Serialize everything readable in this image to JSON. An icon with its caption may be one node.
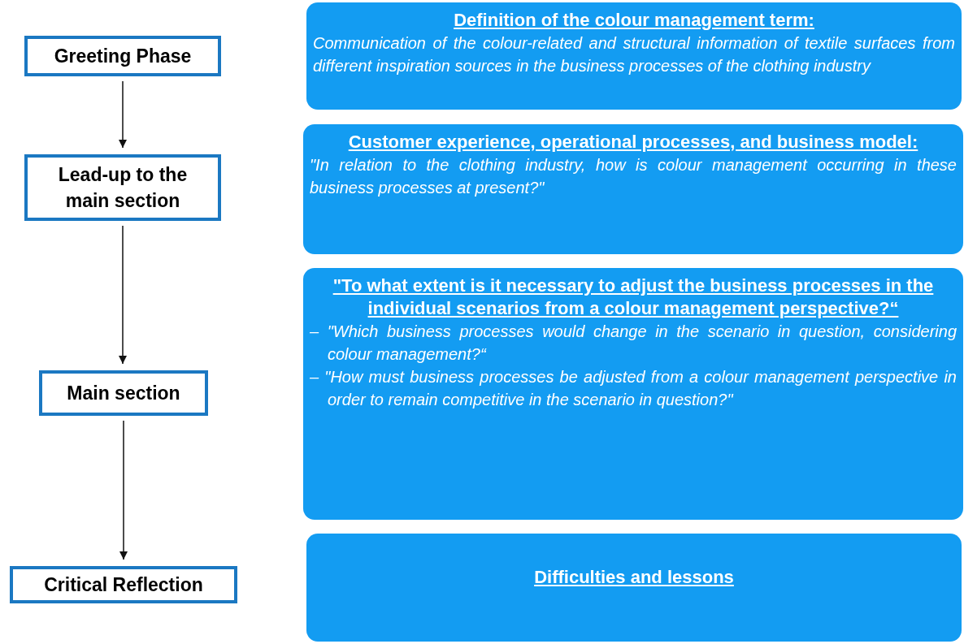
{
  "diagram": {
    "nodes": [
      {
        "text": [
          "Greeting Phase"
        ]
      },
      {
        "text": [
          "Lead-up to the main section"
        ]
      },
      {
        "text": [
          "Main section"
        ]
      },
      {
        "text": [
          "Critical Reflection"
        ]
      },
      {
        "text": [
          "Definition of the colour management term:",
          "Communication of the colour-related and structural information of textile surfaces from different inspiration sources in the business processes of the clothing industry"
        ]
      },
      {
        "text": [
          "Customer experience, operational processes, and business model:",
          "\"In relation to the clothing industry, how is colour management occurring in these business processes at present?\""
        ]
      },
      {
        "text": [
          "\"To what extent is it necessary to adjust the business processes in the individual scenarios from a colour management perspective?“",
          "– \"Which business processes would change in the scenario in question, considering colour management?“",
          "– \"How must business processes be adjusted from a colour management perspective in order to remain competitive in the scenario in question?\""
        ]
      },
      {
        "text": [
          "Difficulties and lessons"
        ]
      }
    ],
    "edges": [
      {
        "from": 0,
        "to": 1,
        "arrow": "to"
      },
      {
        "from": 1,
        "to": 2,
        "arrow": "to"
      },
      {
        "from": 2,
        "to": 3,
        "arrow": "to"
      }
    ]
  }
}
